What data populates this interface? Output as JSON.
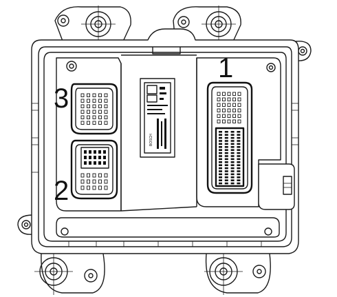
{
  "figure": {
    "connectors": [
      {
        "id": "connector-1",
        "callout": "1"
      },
      {
        "id": "connector-2",
        "callout": "2"
      },
      {
        "id": "connector-3",
        "callout": "3"
      }
    ],
    "label_brand": "BOSCH"
  }
}
